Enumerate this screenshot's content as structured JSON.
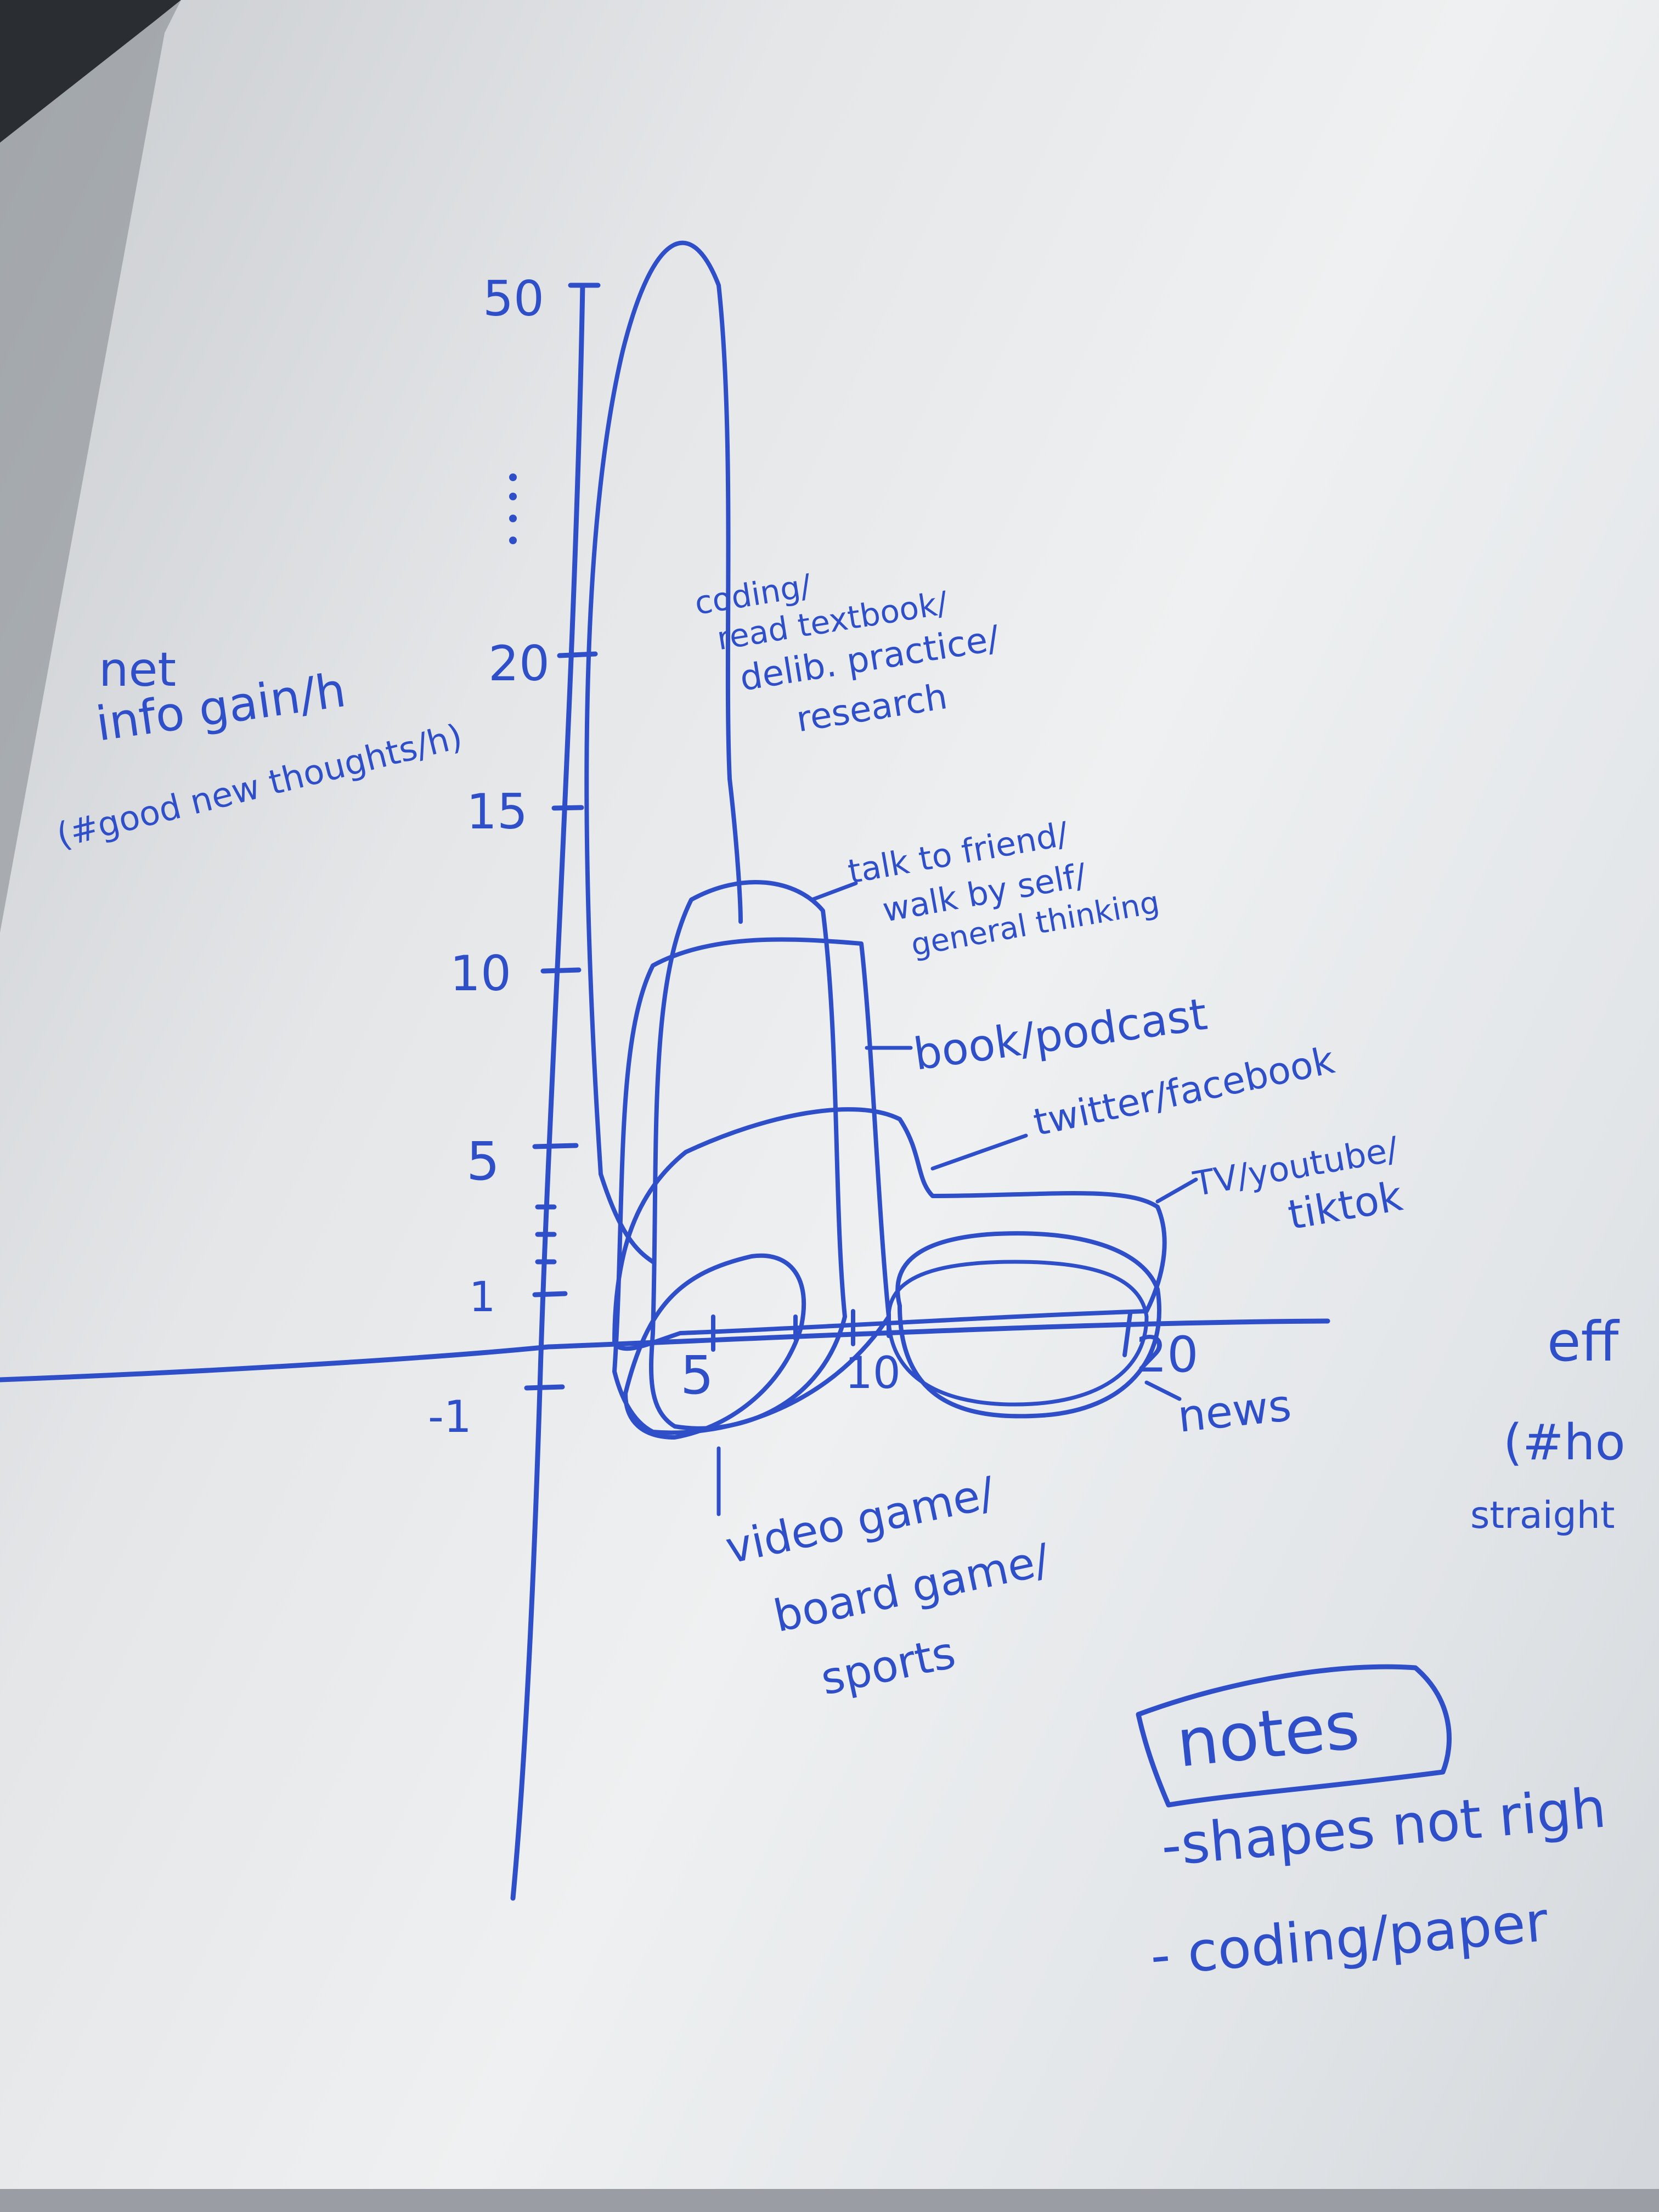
{
  "y_axis": {
    "label_lines": [
      "net",
      "info gain/h",
      "(#good new thoughts/h)"
    ],
    "ticks": [
      "50",
      "20",
      "15",
      "10",
      "5",
      "1",
      "-1"
    ]
  },
  "x_axis": {
    "ticks": [
      "5",
      "10",
      "20"
    ],
    "label_parts": [
      "eff",
      "(#ho",
      "straight"
    ]
  },
  "activities": [
    {
      "lines": [
        "coding/",
        "read textbook/",
        "delib. practice/",
        "research"
      ]
    },
    {
      "lines": [
        "talk to friend/",
        "walk by self/",
        "general thinking"
      ]
    },
    {
      "lines": [
        "book/podcast"
      ]
    },
    {
      "lines": [
        "twitter/facebook"
      ]
    },
    {
      "lines": [
        "TV/youtube/",
        "tiktok"
      ]
    },
    {
      "lines": [
        "news"
      ]
    },
    {
      "lines": [
        "video game/",
        "board game/",
        "sports"
      ]
    }
  ],
  "notes": {
    "title": "notes",
    "items": [
      "-shapes not righ",
      "- coding/paper"
    ]
  },
  "colors": {
    "ink": "#2f4fc9",
    "board": "#eceef0",
    "frame": "#2b2f33"
  }
}
